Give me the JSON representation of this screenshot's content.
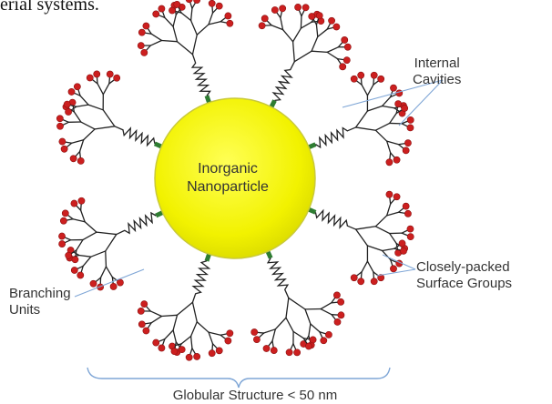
{
  "top_text": "erial systems.",
  "center_label_line1": "Inorganic",
  "center_label_line2": "Nanoparticle",
  "labels": {
    "internal_line1": "Internal",
    "internal_line2": "Cavities",
    "surface_line1": "Closely-packed",
    "surface_line2": "Surface Groups",
    "branching_line1": "Branching",
    "branching_line2": "Units",
    "bottom": "Globular Structure < 50 nm"
  },
  "colors": {
    "core_fill": "#ffff1a",
    "core_stroke": "#c9c93a",
    "linker": "#2e7d32",
    "spring": "#222222",
    "branch": "#222222",
    "end_group": "#cc1f1f",
    "callout": "#7fa6d6"
  },
  "arms": 8
}
